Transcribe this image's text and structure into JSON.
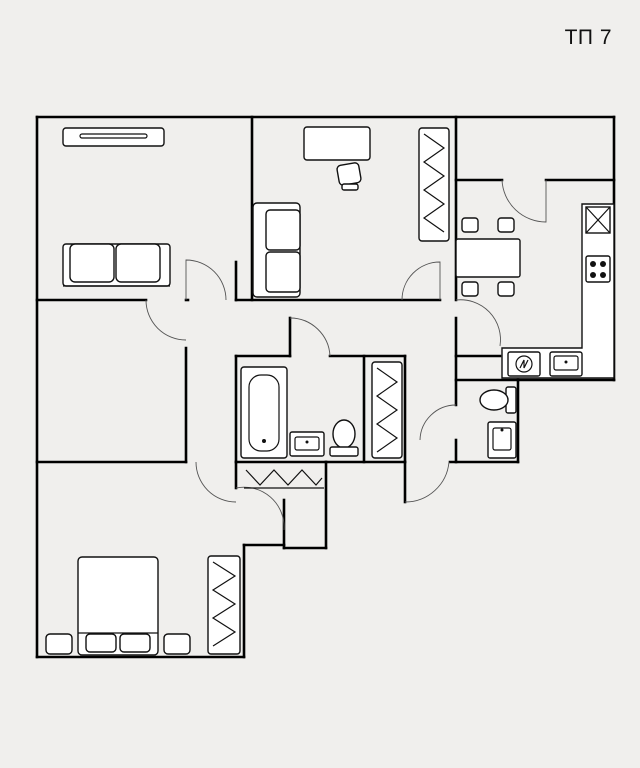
{
  "plan": {
    "label": "ТП 7"
  },
  "colors": {
    "background": "#f0efed",
    "walls": "#000000",
    "furniture_fill": "#ffffff"
  },
  "elements": {
    "rooms": [
      "living-room",
      "office",
      "kitchen",
      "middle-room",
      "bedroom",
      "bathroom",
      "toilet",
      "hallway",
      "wardrobe-closet"
    ],
    "furniture_icons": [
      "tv-icon",
      "sofa-icon",
      "desk-icon",
      "office-chair-icon",
      "armchair-icon",
      "wardrobe-icon",
      "dining-table-icon",
      "chair-icon",
      "cooktop-icon",
      "sink-icon",
      "washing-machine-icon",
      "bathtub-icon",
      "toilet-icon",
      "bed-icon",
      "pillow-icon",
      "nightstand-icon"
    ]
  }
}
